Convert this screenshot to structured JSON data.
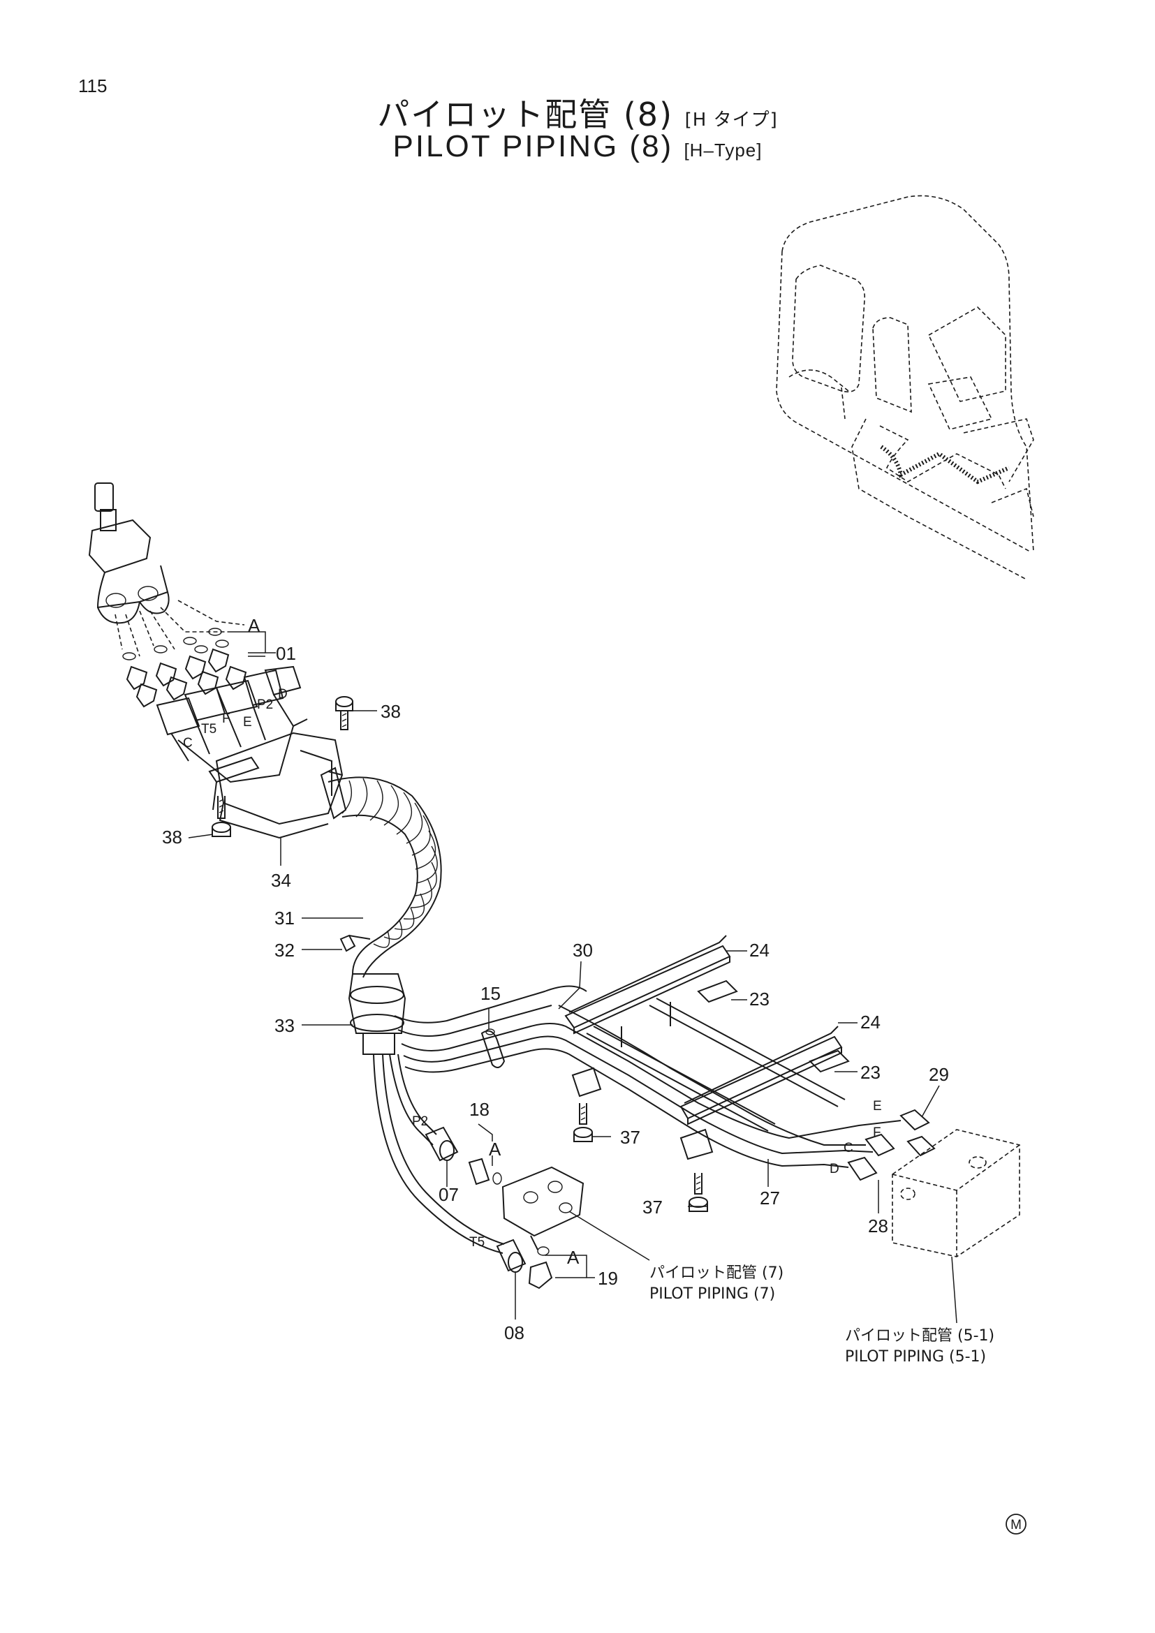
{
  "page": {
    "number": "115",
    "title_jp": "パイロット配管 (8)",
    "title_jp_sub": "[H タイプ]",
    "title_en": "PILOT PIPING (8)",
    "title_en_sub": "[H–Type]",
    "mark": "M"
  },
  "callouts": [
    {
      "id": "01",
      "label": "01"
    },
    {
      "id": "07",
      "label": "07"
    },
    {
      "id": "08",
      "label": "08"
    },
    {
      "id": "15",
      "label": "15"
    },
    {
      "id": "18",
      "label": "18"
    },
    {
      "id": "19",
      "label": "19"
    },
    {
      "id": "23a",
      "label": "23"
    },
    {
      "id": "23b",
      "label": "23"
    },
    {
      "id": "24a",
      "label": "24"
    },
    {
      "id": "24b",
      "label": "24"
    },
    {
      "id": "27",
      "label": "27"
    },
    {
      "id": "28",
      "label": "28"
    },
    {
      "id": "29",
      "label": "29"
    },
    {
      "id": "30",
      "label": "30"
    },
    {
      "id": "31",
      "label": "31"
    },
    {
      "id": "32",
      "label": "32"
    },
    {
      "id": "33",
      "label": "33"
    },
    {
      "id": "34",
      "label": "34"
    },
    {
      "id": "37a",
      "label": "37"
    },
    {
      "id": "37b",
      "label": "37"
    },
    {
      "id": "38a",
      "label": "38"
    },
    {
      "id": "38b",
      "label": "38"
    }
  ],
  "group_marks": {
    "a1": "A",
    "a2": "A",
    "a3": "A"
  },
  "port_labels": {
    "c_top": "C",
    "t5_top": "T5",
    "f_top": "F",
    "e_top": "E",
    "p2_top": "P2",
    "d_top": "D",
    "p2_mid": "P2",
    "t5_mid": "T5",
    "e_right": "E",
    "f_right": "F",
    "c_right": "C",
    "d_right": "D"
  },
  "references": {
    "pilot7_jp": "パイロット配管 (7)",
    "pilot7_en": "PILOT PIPING (7)",
    "pilot51_jp": "パイロット配管 (5-1)",
    "pilot51_en": "PILOT PIPING (5-1)"
  }
}
